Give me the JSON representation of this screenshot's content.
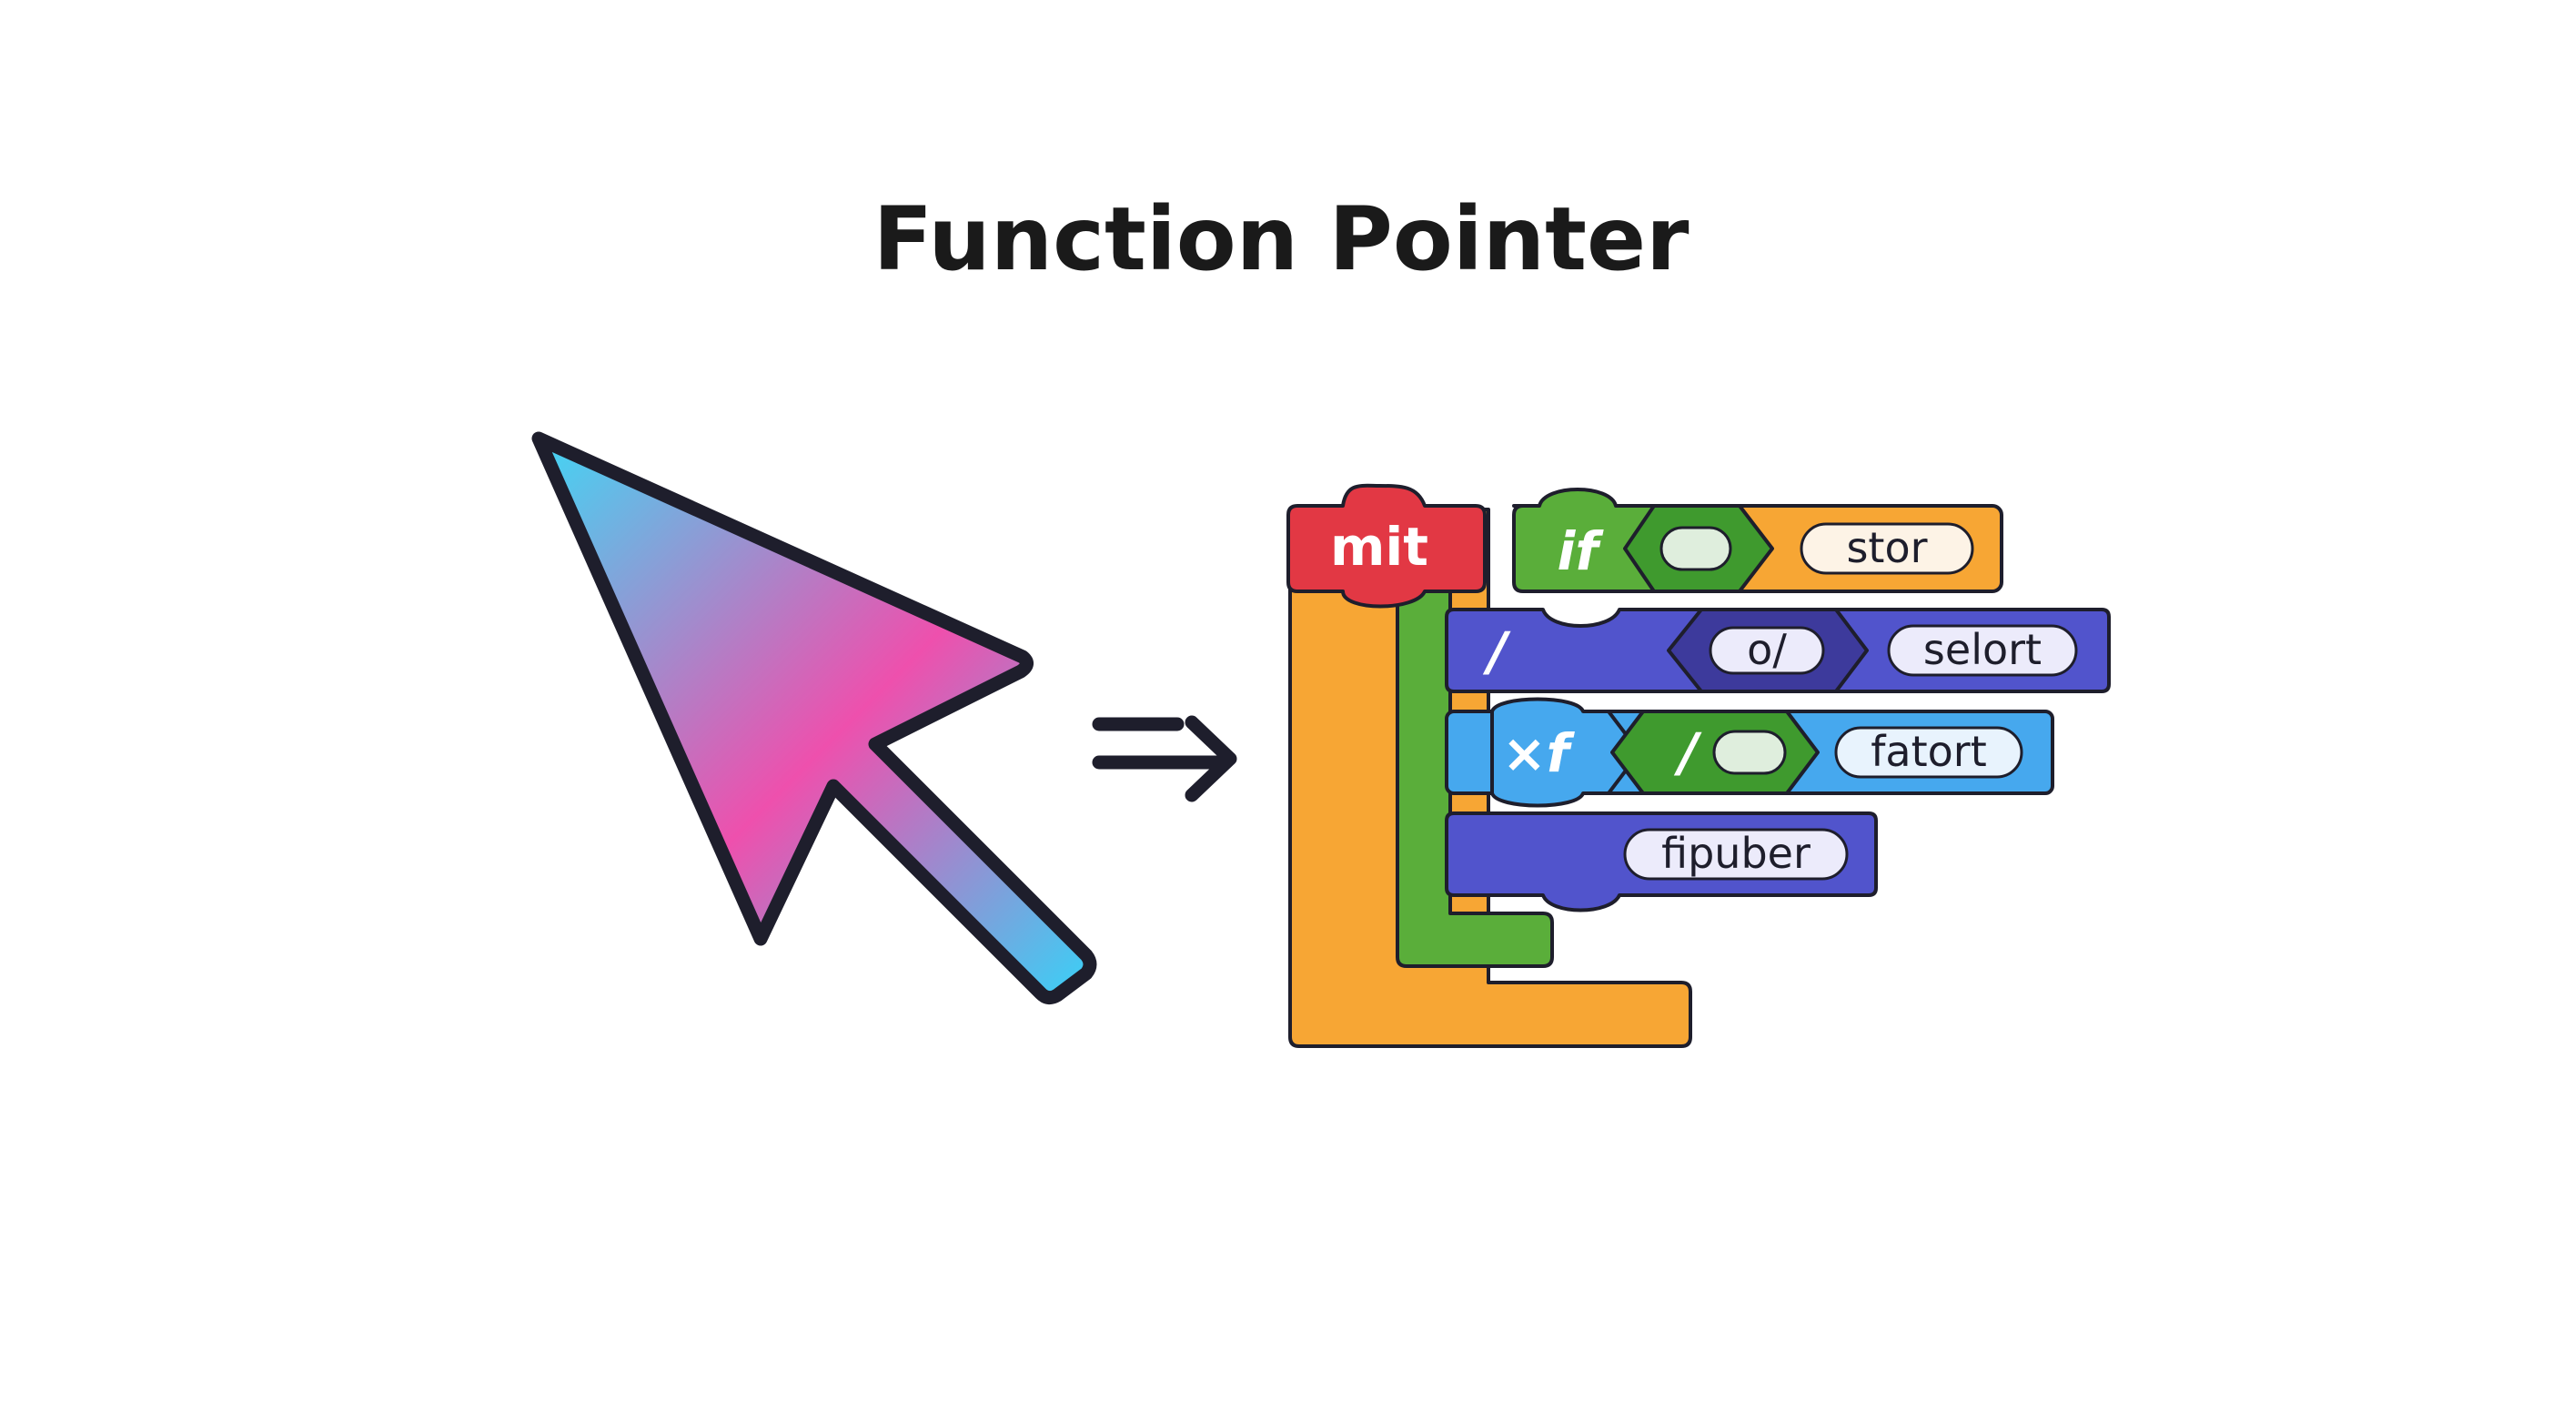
{
  "title": "Function Pointer",
  "icons": {
    "pointer": "cursor-arrow-icon",
    "connector": "double-arrow-icon"
  },
  "colors": {
    "red": "#e23844",
    "green": "#5aae3a",
    "dark_green": "#3f9a2e",
    "orange": "#f7a634",
    "indigo": "#5154cc",
    "dark_indigo": "#3d3a9c",
    "sky": "#46a8ee",
    "outline": "#1e1e2c",
    "gradient_cyan": "#45d3f3",
    "gradient_pink": "#ee50ad"
  },
  "blocks": {
    "red_hat": {
      "label": "mit"
    },
    "if_block": {
      "keyword": "if",
      "slot": "stor"
    },
    "row2": {
      "keyword": "/",
      "hex_label": "o/",
      "slot": "selort"
    },
    "row3": {
      "keyword": "×f",
      "hex_label": "/",
      "slot": "fatort"
    },
    "row4": {
      "slot": "fipuber"
    }
  }
}
